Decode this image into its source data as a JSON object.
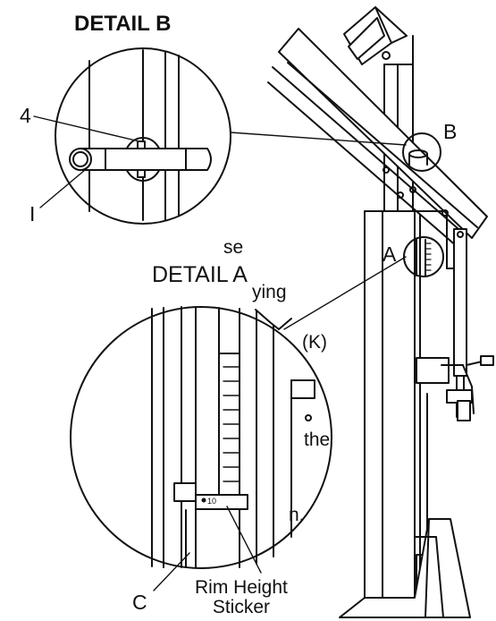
{
  "detail_b": {
    "title": "DETAIL B",
    "label_part": "4",
    "label_pin": "I"
  },
  "detail_a": {
    "title": "DETAIL A",
    "label_bracket": "C",
    "sticker_number": "10",
    "sticker_line1": "Rim Height",
    "sticker_line2": "Sticker"
  },
  "main_view": {
    "label_a": "A",
    "label_b": "B"
  },
  "cut_off_text": {
    "line1": "se",
    "line2": "ying",
    "line3": "(K)",
    "line4": "the",
    "line5": "n."
  }
}
